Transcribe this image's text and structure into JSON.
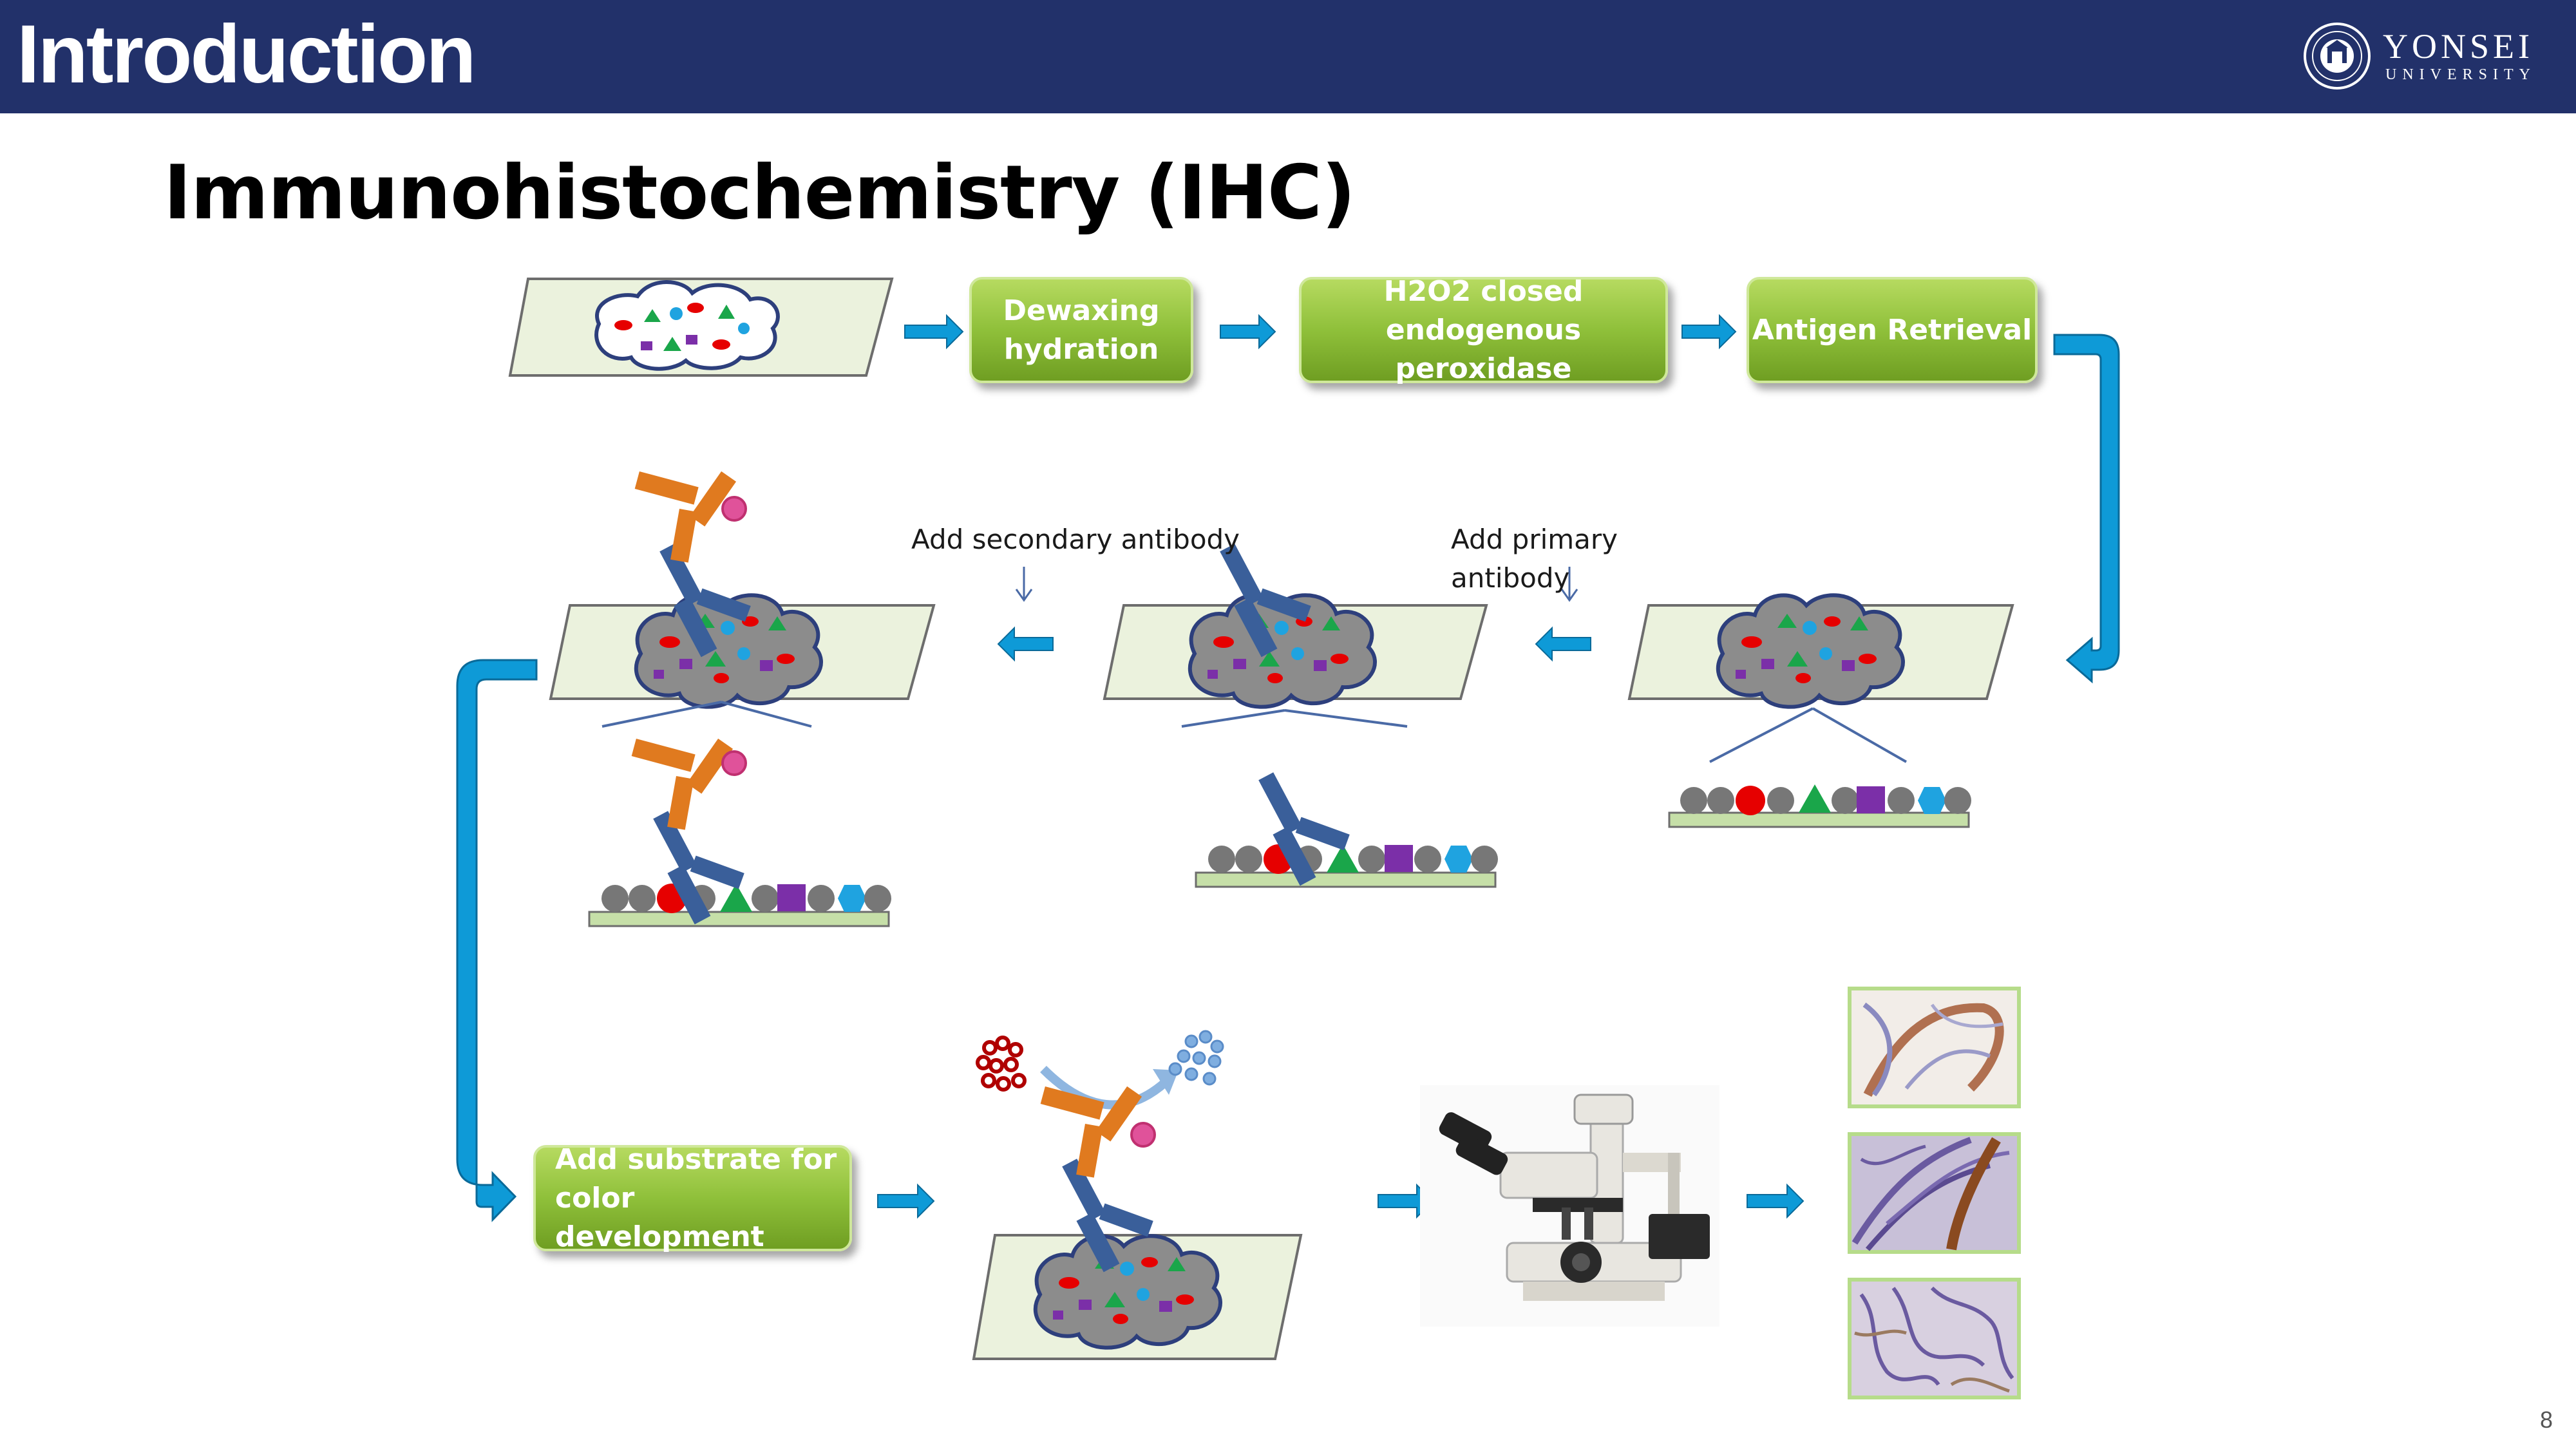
{
  "header": {
    "title": "Introduction",
    "logo": {
      "name": "YONSEI",
      "subtitle": "UNIVERSITY",
      "icon": "university-seal-icon"
    }
  },
  "slide_title": "Immunohistochemistry (IHC)",
  "steps": {
    "dewaxing": [
      "Dewaxing",
      "hydration"
    ],
    "peroxidase": [
      "H2O2 closed",
      "endogenous peroxidase"
    ],
    "antigen_retrieval": "Antigen Retrieval",
    "substrate": [
      "Add substrate for",
      "color development"
    ]
  },
  "callouts": {
    "secondary_antibody": "Add secondary antibody",
    "primary_antibody": [
      "Add primary",
      "antibody"
    ]
  },
  "page_number": "8",
  "colors": {
    "header_bg": "#22316a",
    "arrow_blue": "#0e9ad7",
    "step_green": "#8fc03a",
    "antibody_orange": "#e07a1f",
    "antibody_blue": "#3a5f9a",
    "antigen_red": "#e60000",
    "antigen_green": "#1aa64a",
    "antigen_purple": "#7b2fa8",
    "antigen_cyan": "#1fa3e0",
    "tissue_gray": "#8c8c8c"
  }
}
